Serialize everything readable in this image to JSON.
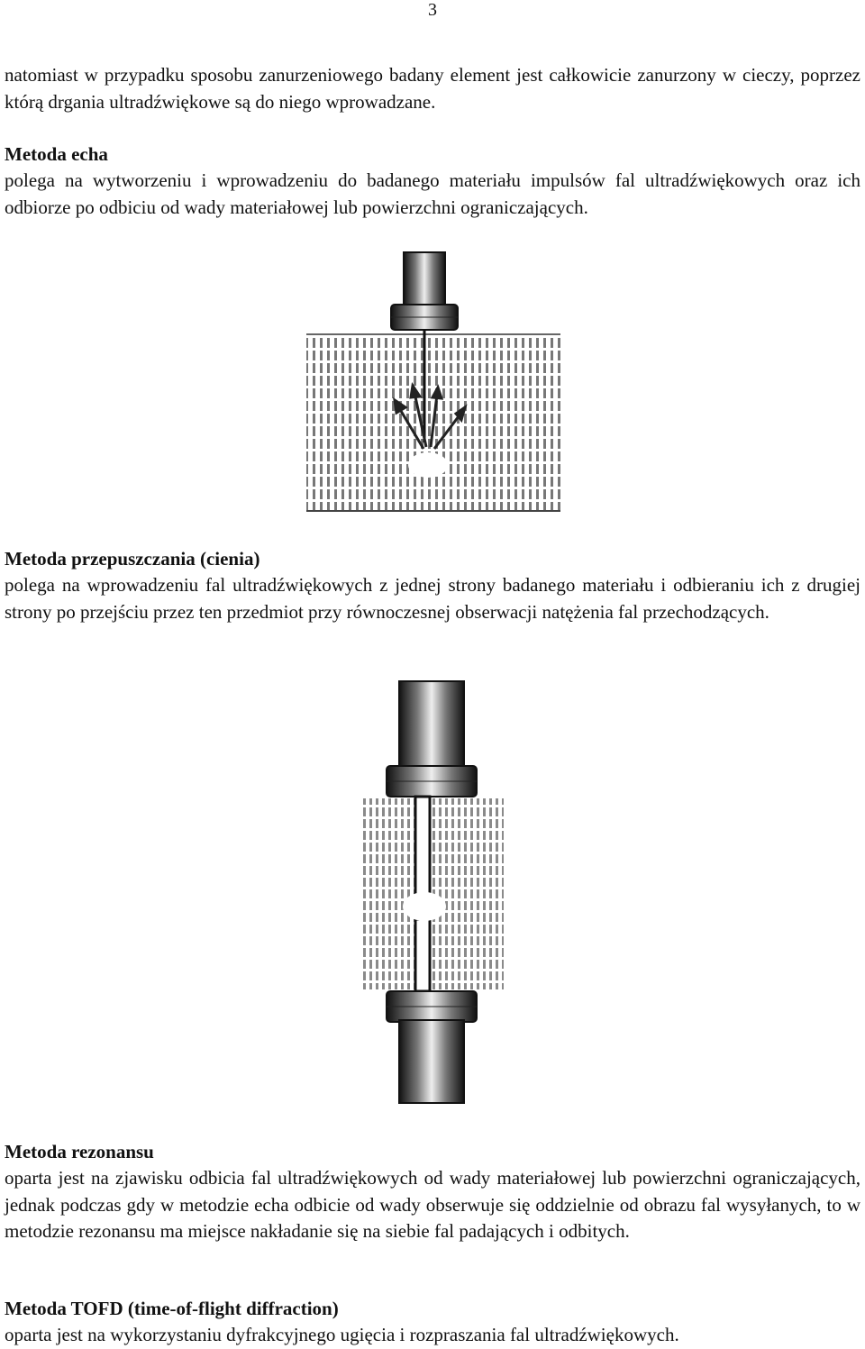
{
  "page_number": "3",
  "intro": {
    "text": "natomiast w przypadku sposobu zanurzeniowego badany element jest całkowicie zanurzony w cieczy, poprzez którą drgania ultradźwiękowe są do niego wprowadzane."
  },
  "sections": [
    {
      "heading": "Metoda echa",
      "body": "polega na wytworzeniu i wprowadzeniu do badanego materiału impulsów fal ultradźwiękowych oraz ich odbiorze po odbiciu od wady materiałowej lub powierzchni ograniczających."
    },
    {
      "heading": "Metoda przepuszczania (cienia)",
      "body": "polega na wprowadzeniu fal ultradźwiękowych z jednej strony badanego materiału i odbieraniu ich z drugiej strony po przejściu przez ten przedmiot przy równoczesnej obserwacji natężenia fal przechodzących."
    },
    {
      "heading": "Metoda rezonansu",
      "body": "oparta jest na zjawisku odbicia fal ultradźwiękowych od wady materiałowej lub powierzchni ograniczających, jednak podczas gdy w metodzie echa odbicie od wady obserwuje się oddzielnie od obrazu fal wysyłanych, to w metodzie rezonansu ma miejsce nakładanie się na siebie fal padających i odbitych."
    },
    {
      "heading": "Metoda TOFD (time-of-flight diffraction)",
      "body": "oparta jest na wykorzystaniu dyfrakcyjnego ugięcia i rozpraszania fal ultradźwiękowych."
    }
  ]
}
